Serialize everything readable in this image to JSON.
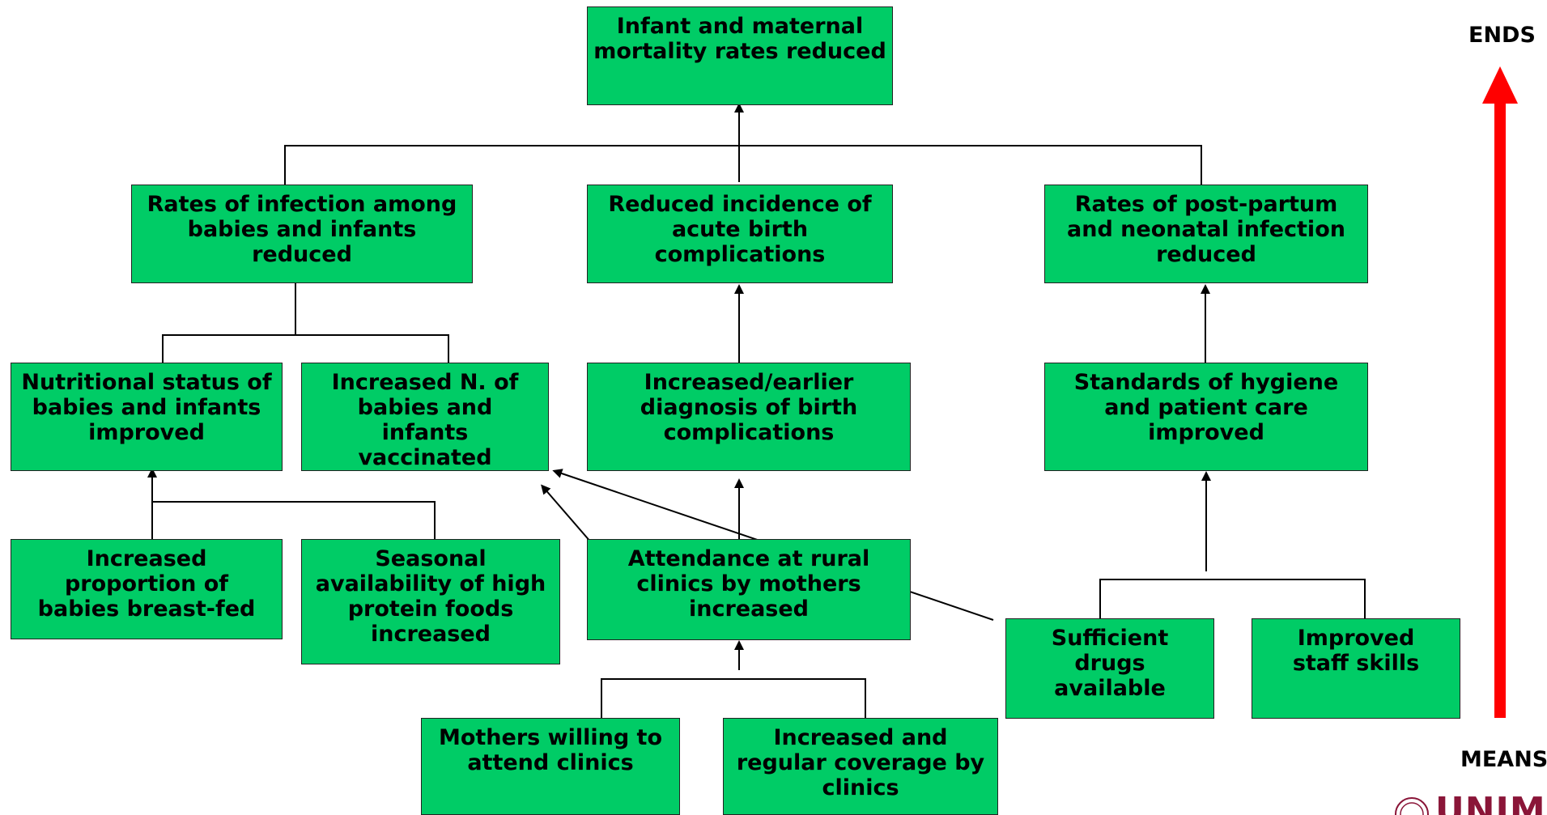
{
  "nodes": {
    "n_top": "Infant and maternal\nmortality rates reduced",
    "n_inf": "Rates of infection among\nbabies and infants\nreduced",
    "n_acute": "Reduced incidence of\nacute birth\ncomplications",
    "n_post": "Rates of post-partum\nand neonatal infection\nreduced",
    "n_nutr": "Nutritional status of\nbabies and infants\nimproved",
    "n_vacc": "Increased N. of\nbabies and\ninfants\nvaccinated",
    "n_diag": "Increased/earlier\ndiagnosis of birth\ncomplications",
    "n_hyg": "Standards of hygiene\nand patient care\nimproved",
    "n_breast": "Increased\nproportion of\nbabies breast-fed",
    "n_season": "Seasonal\navailability of high\nprotein foods\nincreased",
    "n_attend": "Attendance at rural\nclinics by mothers\nincreased",
    "n_drugs": "Sufficient\ndrugs\navailable",
    "n_staff": "Improved\nstaff skills",
    "n_willing": "Mothers willing to\nattend clinics",
    "n_coverage": "Increased and\nregular coverage by\nclinics"
  },
  "scale": {
    "ends_label": "ENDS",
    "means_label": "MEANS",
    "arrow_color": "#ff0000"
  },
  "colors": {
    "box_fill": "#00cc66",
    "line": "#000000"
  },
  "logo": {
    "text": "UNIM"
  }
}
